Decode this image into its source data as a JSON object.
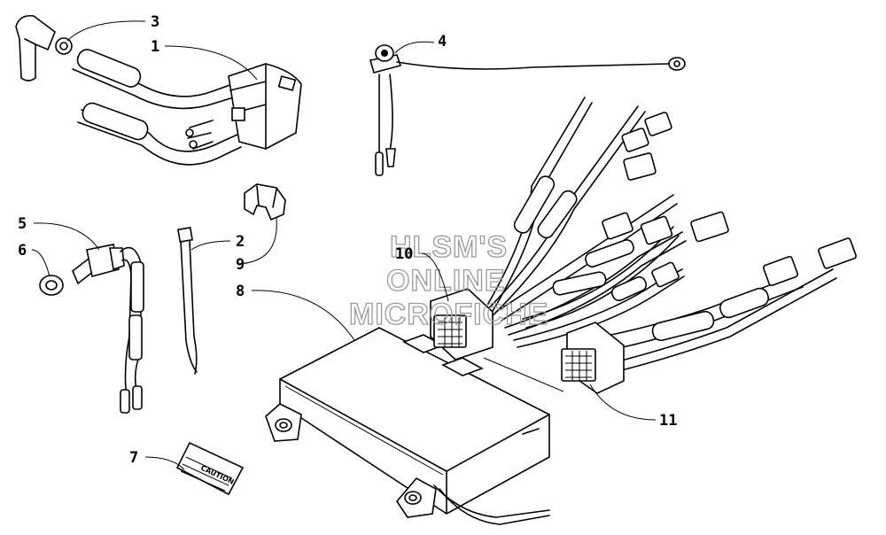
{
  "diagram": {
    "callouts": [
      {
        "id": "c1",
        "text": "1"
      },
      {
        "id": "c2",
        "text": "2"
      },
      {
        "id": "c3",
        "text": "3"
      },
      {
        "id": "c4",
        "text": "4"
      },
      {
        "id": "c5",
        "text": "5"
      },
      {
        "id": "c6",
        "text": "6"
      },
      {
        "id": "c7",
        "text": "7"
      },
      {
        "id": "c8",
        "text": "8"
      },
      {
        "id": "c9",
        "text": "9"
      },
      {
        "id": "c10",
        "text": "10"
      },
      {
        "id": "c11",
        "text": "11"
      }
    ],
    "watermark": [
      "HLSM'S",
      "ONLINE",
      "MICROFICHE"
    ],
    "caution_label_text": "CAUTION"
  }
}
